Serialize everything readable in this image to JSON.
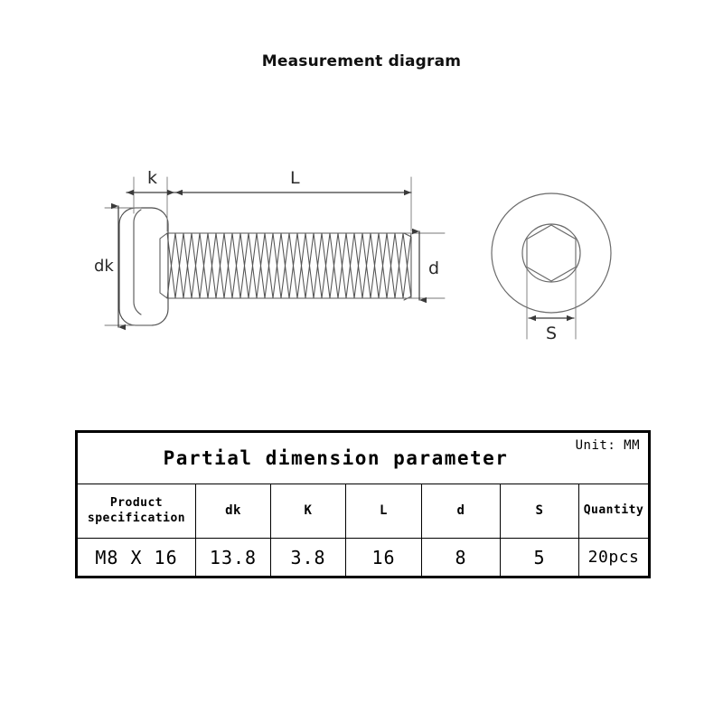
{
  "title": "Measurement diagram",
  "diagram": {
    "side_view": {
      "name": "button-head-socket-screw-side-view",
      "dimension_labels": {
        "k": "k",
        "L": "L",
        "dk": "dk",
        "d": "d"
      }
    },
    "top_view": {
      "name": "screw-head-top-view",
      "dimension_labels": {
        "S": "S"
      }
    }
  },
  "table": {
    "title": "Partial dimension parameter",
    "unit": "Unit: MM",
    "headers": [
      "Product\nspecification",
      "dk",
      "K",
      "L",
      "d",
      "S",
      "Quantity"
    ],
    "header_product_line1": "Product",
    "header_product_line2": "specification",
    "header_dk": "dk",
    "header_k": "K",
    "header_l": "L",
    "header_d": "d",
    "header_s": "S",
    "header_quantity": "Quantity",
    "rows": [
      {
        "specification": "M8 X 16",
        "dk": "13.8",
        "k": "3.8",
        "l": "16",
        "d": "8",
        "s": "5",
        "quantity": "20pcs"
      }
    ]
  }
}
